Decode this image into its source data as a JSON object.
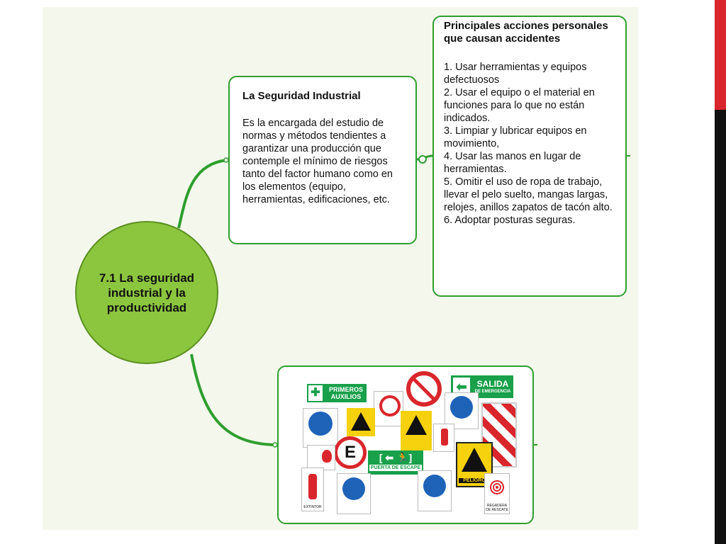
{
  "central": {
    "label": "7.1 La seguridad industrial y la productividad"
  },
  "seguridad_box": {
    "title": "La Seguridad Industrial",
    "body": "Es la encargada del estudio de normas y métodos tendientes a garantizar una producción que contemple el mínimo de riesgos tanto del factor humano como en los elementos (equipo, herramientas, edificaciones, etc."
  },
  "acciones_box": {
    "title": "Principales acciones personales que causan accidentes",
    "items": [
      "1. Usar herramientas y equipos defectuosos",
      "2. Usar el equipo o el material en funciones para lo que no están indicados.",
      "3. Limpiar y lubricar equipos en movimiento,",
      "4. Usar las manos en lugar de herramientas.",
      "5. Omitir el uso de ropa de trabajo, llevar el pelo suelto, mangas largas, relojes, anillos zapatos de tacón alto.",
      "6. Adoptar posturas seguras."
    ]
  },
  "signs": {
    "primeros_auxilios": "PRIMEROS AUXILIOS",
    "salida": "SALIDA",
    "salida_sub": "DE EMERGENCIA",
    "puerta_escape": "PUERTA DE ESCAPE",
    "peligro": "PELIGRO",
    "extintor": "EXTINTOR",
    "regadera": "REGADERA DE RESCATE"
  },
  "colors": {
    "connector": "#2e9e2e",
    "central_fill": "#8cc63f",
    "accent_red": "#d9262c"
  }
}
